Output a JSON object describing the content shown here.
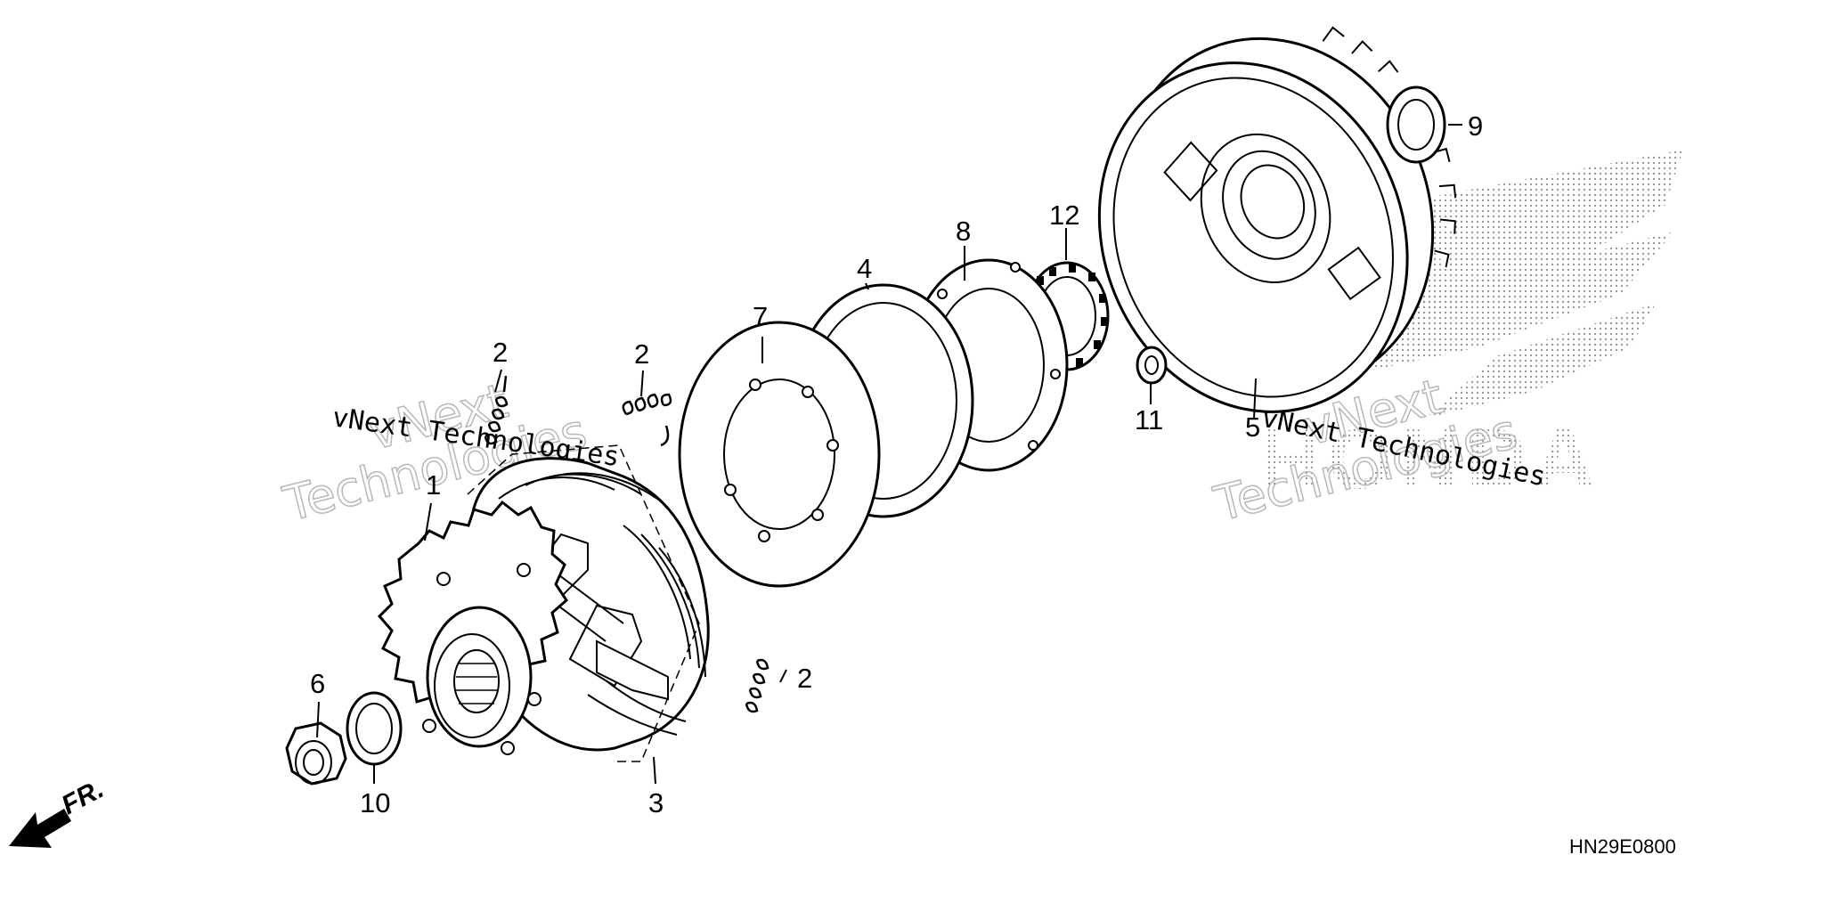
{
  "diagram": {
    "part_labels": {
      "p1": "1",
      "p2a": "2",
      "p2b": "2",
      "p2c": "2",
      "p3": "3",
      "p4": "4",
      "p5": "5",
      "p6": "6",
      "p7": "7",
      "p8": "8",
      "p9": "9",
      "p10": "10",
      "p11": "11",
      "p12": "12"
    },
    "diagram_code": "HN29E0800",
    "direction_label": "FR.",
    "watermark": {
      "line1": "vNext",
      "line2": "Technologies",
      "mono": "vNext Technologies"
    },
    "brand_logo": "HONDA"
  }
}
